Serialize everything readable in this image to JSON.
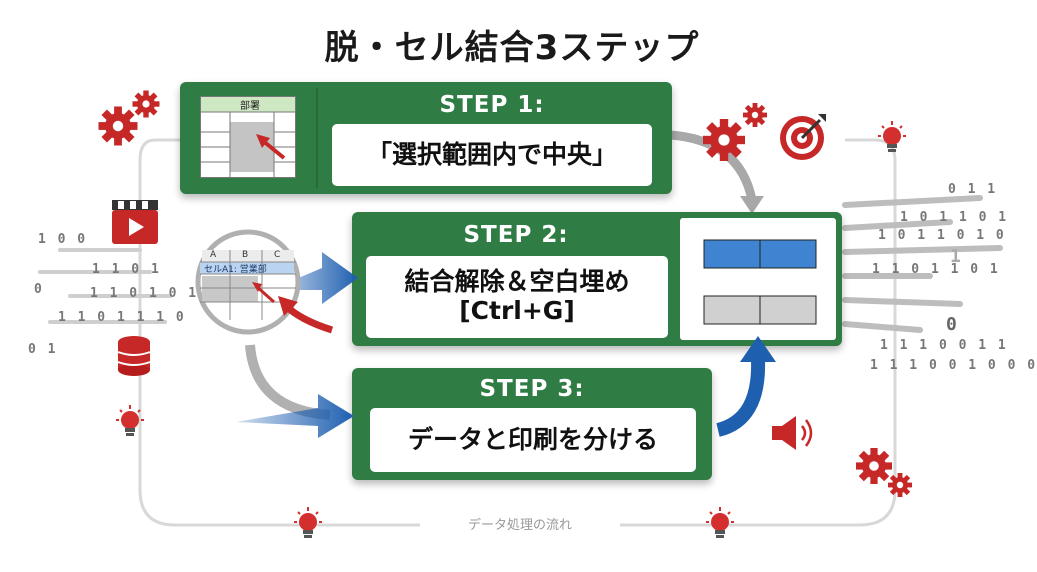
{
  "title": "脱・セル結合3ステップ",
  "steps": [
    {
      "label": "STEP 1:",
      "text_lines": [
        "「選択範囲内で中央」"
      ]
    },
    {
      "label": "STEP 2:",
      "text_lines": [
        "結合解除＆空白埋め",
        "[Ctrl+G]"
      ]
    },
    {
      "label": "STEP 3:",
      "text_lines": [
        "データと印刷を分ける"
      ]
    }
  ],
  "spreadsheet_header": "部署",
  "magnifier": {
    "columns": [
      "A",
      "B",
      "C"
    ],
    "cell_text": "セルA1: 営業部"
  },
  "flow_label": "データ処理の流れ",
  "binary_left": [
    "1 0 0",
    "1 1 0 1",
    "0",
    "1 1 0 1 0 1",
    "1 1 0 1 1 1 0",
    "0 1"
  ],
  "binary_right": [
    "0 1 1",
    "1 0 1 1 0 1",
    "1 0 1 1 0 1 0",
    "1 1 0 1 1 0 1",
    "1",
    "0",
    "1 1 1 0 0 1 1",
    "1 1 1 0 0 1 0 0 0"
  ],
  "colors": {
    "card_green": "#2f7d45",
    "accent_red": "#c62828",
    "arrow_blue": "#1e5fb0",
    "cell_blue": "#3f84d0",
    "cell_gray": "#d0d0d0"
  },
  "icons": [
    "gear-icon",
    "video-icon",
    "database-icon",
    "lightbulb-icon",
    "target-icon",
    "speaker-icon"
  ]
}
